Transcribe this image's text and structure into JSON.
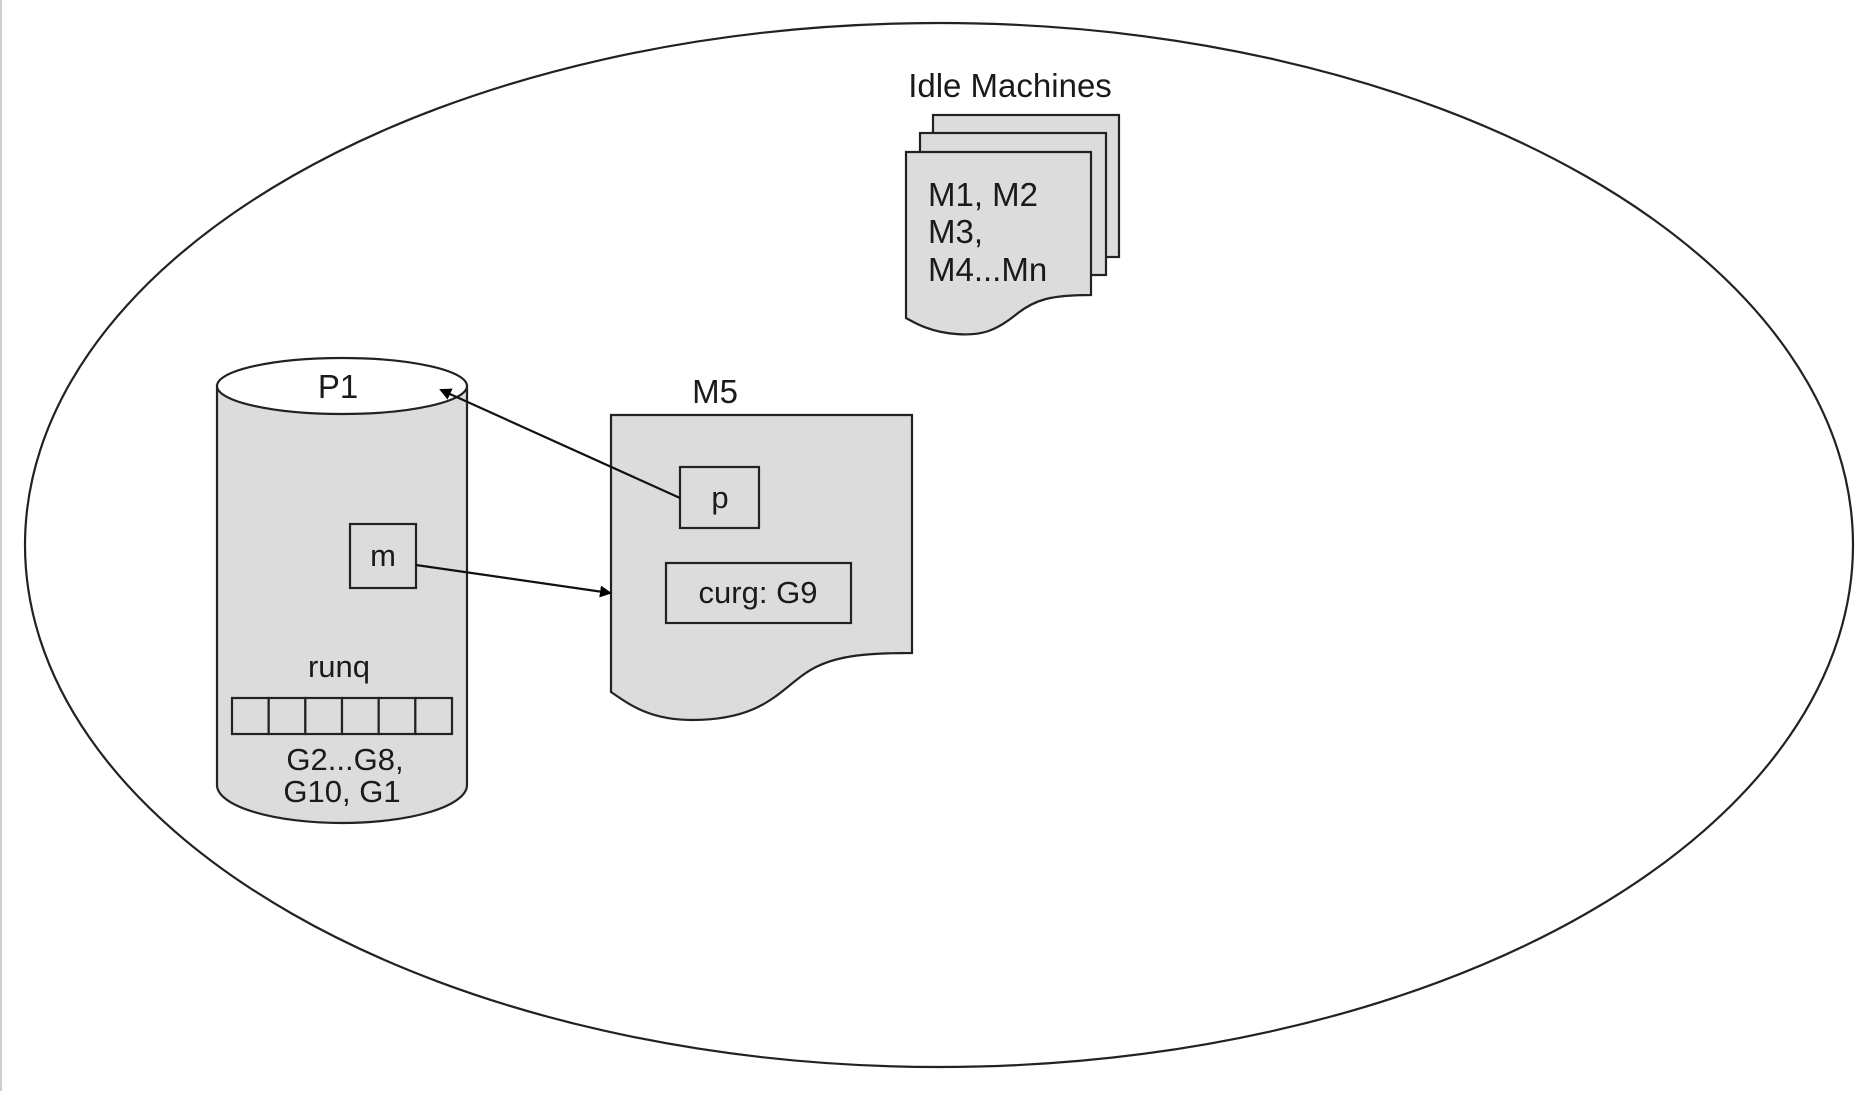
{
  "diagram": {
    "idle_machines": {
      "title": "Idle Machines",
      "lines": [
        "M1, M2",
        "M3,",
        "M4...Mn"
      ]
    },
    "processor": {
      "label": "P1",
      "m_field": "m",
      "runq_label": "runq",
      "runq_slots": 6,
      "runq_contents": [
        "G2...G8,",
        "G10, G1"
      ]
    },
    "machine": {
      "label": "M5",
      "p_field": "p",
      "curg": "curg: G9"
    }
  }
}
